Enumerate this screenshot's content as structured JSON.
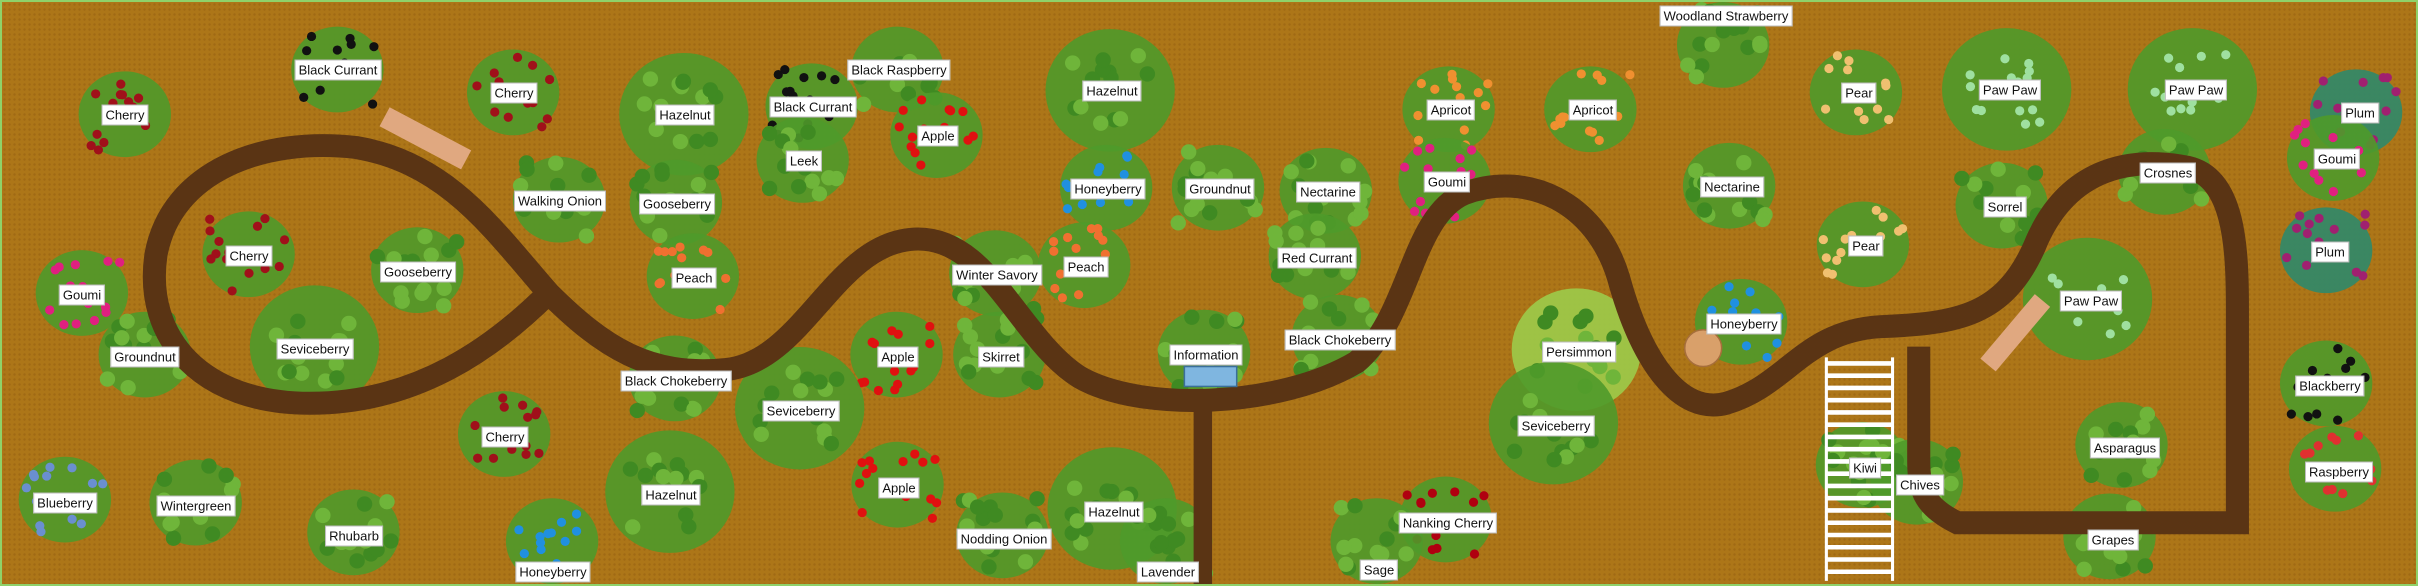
{
  "plan": {
    "labels": [
      "Black Currant",
      "Cherry",
      "Cherry",
      "Hazelnut",
      "Black Currant",
      "Black Raspberry",
      "Apple",
      "Hazelnut",
      "Leek",
      "Walking Onion",
      "Gooseberry",
      "Honeyberry",
      "Groundnut",
      "Cherry",
      "Gooseberry",
      "Peach",
      "Winter Savory",
      "Peach",
      "Goumi",
      "Seviceberry",
      "Groundnut",
      "Apple",
      "Skirret",
      "Information",
      "Black Chokeberry",
      "Seviceberry",
      "Cherry",
      "Blueberry",
      "Wintergreen",
      "Rhubarb",
      "Hazelnut",
      "Apple",
      "Hazelnut",
      "Nodding Onion",
      "Honeyberry",
      "Lavender",
      "Apricot",
      "Apricot",
      "Woodland Strawberry",
      "Pear",
      "Paw Paw",
      "Paw Paw",
      "Plum",
      "Nectarine",
      "Goumi",
      "Nectarine",
      "Crosnes",
      "Goumi",
      "Sorrel",
      "Pear",
      "Plum",
      "Red Currant",
      "Paw Paw",
      "Honeyberry",
      "Black Chokeberry",
      "Persimmon",
      "Seviceberry",
      "Blackberry",
      "Asparagus",
      "Kiwi",
      "Chives",
      "Raspberry",
      "Nanking Cherry",
      "Grapes",
      "Sage"
    ]
  },
  "colors": {
    "soil": "#ad7618",
    "path": "#5a3414",
    "label_bg": "#ffffff",
    "foliage": "#4f9a2a"
  }
}
